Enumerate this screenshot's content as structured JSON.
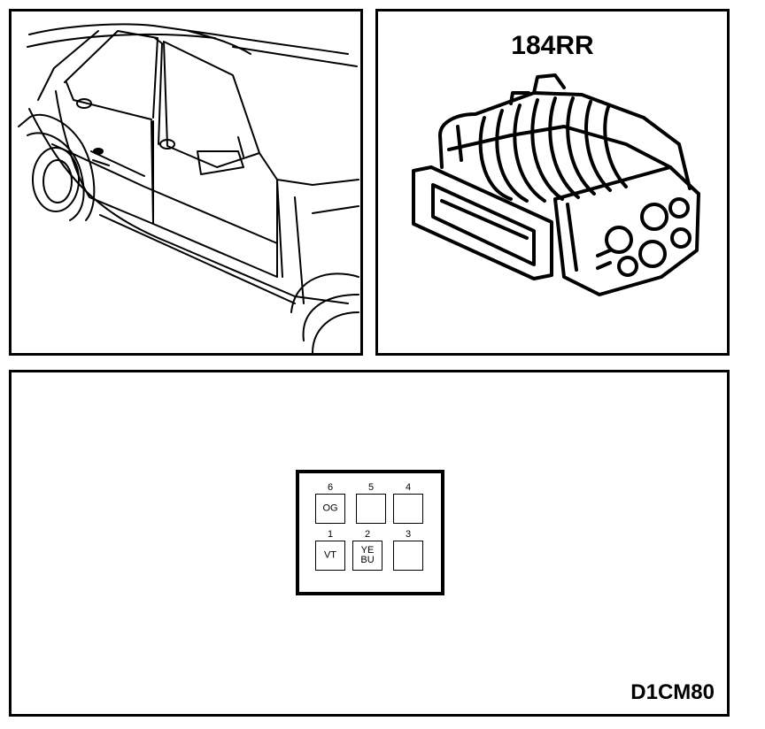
{
  "connector": {
    "code": "184RR"
  },
  "diagram_ref": "D1CM80",
  "pins": [
    {
      "number": "6",
      "color": "OG"
    },
    {
      "number": "5",
      "color": ""
    },
    {
      "number": "4",
      "color": ""
    },
    {
      "number": "1",
      "color": "VT"
    },
    {
      "number": "2",
      "color": "YE\nBU"
    },
    {
      "number": "3",
      "color": ""
    }
  ]
}
